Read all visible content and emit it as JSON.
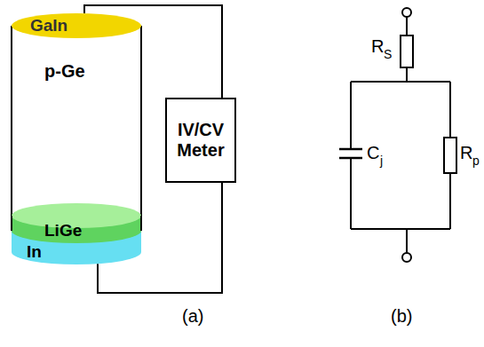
{
  "diagram": {
    "nodes": [
      {
        "text": [
          "GaIn"
        ]
      },
      {
        "text": [
          "p-Ge"
        ]
      },
      {
        "text": [
          "LiGe"
        ]
      },
      {
        "text": [
          "In"
        ]
      },
      {
        "text": [
          "IV/CV Meter"
        ]
      }
    ],
    "edges": [
      {
        "from": 0,
        "to": 4,
        "arrow": "none"
      },
      {
        "from": 4,
        "to": 3,
        "arrow": "none"
      }
    ],
    "labels": [
      "(a)",
      "(b)",
      "R",
      "S",
      "C",
      "j",
      "R",
      "p"
    ]
  }
}
